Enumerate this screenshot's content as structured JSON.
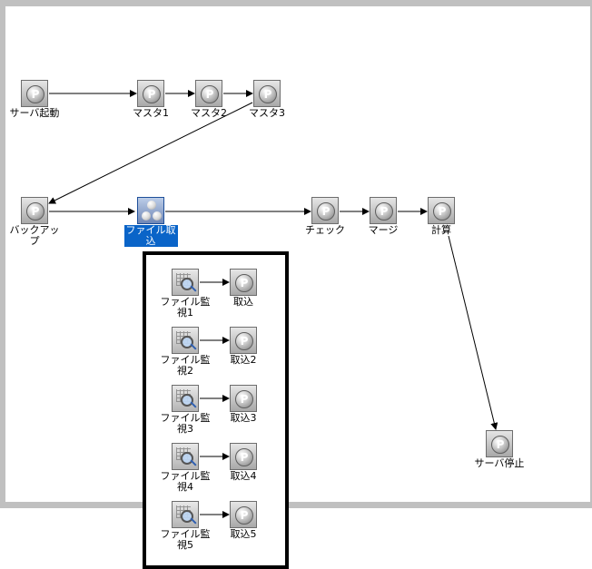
{
  "nodes": {
    "server_start": {
      "label": "サーバ起動",
      "icon": "job-icon"
    },
    "master1": {
      "label": "マスタ1",
      "icon": "job-icon"
    },
    "master2": {
      "label": "マスタ2",
      "icon": "job-icon"
    },
    "master3": {
      "label": "マスタ3",
      "icon": "job-icon"
    },
    "backup": {
      "label": "バックアッ\nプ",
      "icon": "job-icon"
    },
    "file_import": {
      "label": "ファイル取\n込",
      "icon": "jobnet-group-icon",
      "selected": true
    },
    "check": {
      "label": "チェック",
      "icon": "job-icon"
    },
    "merge": {
      "label": "マージ",
      "icon": "job-icon"
    },
    "calc": {
      "label": "計算",
      "icon": "job-icon"
    },
    "server_stop": {
      "label": "サーバ停止",
      "icon": "job-icon"
    }
  },
  "group": {
    "rows": [
      {
        "watch": "ファイル監\n視1",
        "import": "取込"
      },
      {
        "watch": "ファイル監\n視2",
        "import": "取込2"
      },
      {
        "watch": "ファイル監\n視3",
        "import": "取込3"
      },
      {
        "watch": "ファイル監\n視4",
        "import": "取込4"
      },
      {
        "watch": "ファイル監\n視5",
        "import": "取込5"
      }
    ]
  },
  "colors": {
    "selection": "#0a64c8",
    "frame": "#c0c0c0",
    "group_border": "#000000"
  }
}
